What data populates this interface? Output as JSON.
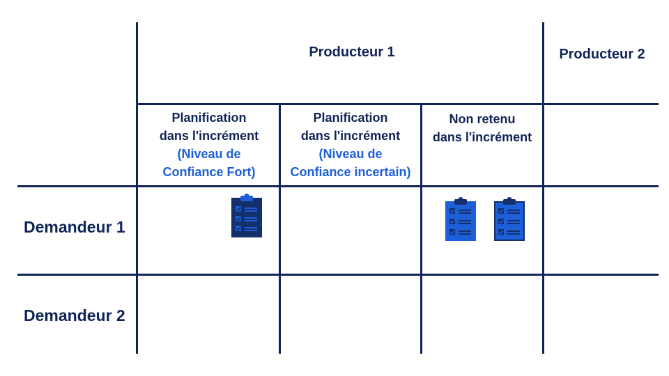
{
  "headers": {
    "producer1": "Producteur 1",
    "producer2": "Producteur 2"
  },
  "columns": [
    {
      "line1": "Planification",
      "line2": "dans l'incrément",
      "line3": "(Niveau de",
      "line4": "Confiance Fort)"
    },
    {
      "line1": "Planification",
      "line2": "dans l'incrément",
      "line3": "(Niveau de",
      "line4": "Confiance incertain)"
    },
    {
      "line1": "Non retenu",
      "line2": "dans  l'incrément"
    }
  ],
  "rows": {
    "requester1": "Demandeur 1",
    "requester2": "Demandeur 2"
  },
  "colors": {
    "ink": "#0f2457",
    "accent": "#1d5fd8",
    "clipboard_dark": "#14306b",
    "clipboard_light": "#1d5fd8"
  },
  "icons": [
    "clipboard-checklist-icon"
  ]
}
